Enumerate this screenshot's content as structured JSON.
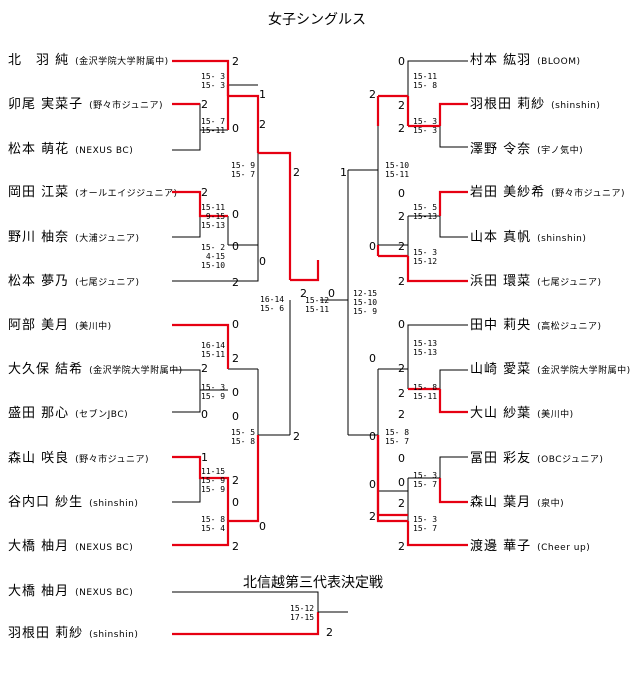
{
  "title": "女子シングルス",
  "subtitle": "北信越第三代表決定戦",
  "left_players": [
    {
      "name": "北　羽 純",
      "club": "(金沢学院大学附属中)"
    },
    {
      "name": "卯尾 実菜子",
      "club": "(野々市ジュニア)"
    },
    {
      "name": "松本 萌花",
      "club": "(NEXUS BC)"
    },
    {
      "name": "岡田 江菜",
      "club": "(オールエイジジュニア)"
    },
    {
      "name": "野川 柚奈",
      "club": "(大浦ジュニア)"
    },
    {
      "name": "松本 夢乃",
      "club": "(七尾ジュニア)"
    },
    {
      "name": "阿部 美月",
      "club": "(美川中)"
    },
    {
      "name": "大久保 結希",
      "club": "(金沢学院大学附属中)"
    },
    {
      "name": "盛田 那心",
      "club": "(セブンJBC)"
    },
    {
      "name": "森山 咲良",
      "club": "(野々市ジュニア)"
    },
    {
      "name": "谷内口 紗生",
      "club": "(shinshin)"
    },
    {
      "name": "大橋 柚月",
      "club": "(NEXUS BC)"
    }
  ],
  "right_players": [
    {
      "name": "村本 紘羽",
      "club": "(BLOOM)"
    },
    {
      "name": "羽根田 莉紗",
      "club": "(shinshin)"
    },
    {
      "name": "澤野 令奈",
      "club": "(宇ノ気中)"
    },
    {
      "name": "岩田 美紗希",
      "club": "(野々市ジュニア)"
    },
    {
      "name": "山本 真帆",
      "club": "(shinshin)"
    },
    {
      "name": "浜田 環菜",
      "club": "(七尾ジュニア)"
    },
    {
      "name": "田中 莉央",
      "club": "(高松ジュニア)"
    },
    {
      "name": "山崎 愛菜",
      "club": "(金沢学院大学附属中)"
    },
    {
      "name": "大山 紗葉",
      "club": "(美川中)"
    },
    {
      "name": "冨田 彩友",
      "club": "(OBCジュニア)"
    },
    {
      "name": "森山 葉月",
      "club": "(泉中)"
    },
    {
      "name": "渡邊 華子",
      "club": "(Cheer up)"
    }
  ],
  "playoff_players": [
    {
      "name": "大橋 柚月",
      "club": "(NEXUS BC)"
    },
    {
      "name": "羽根田 莉紗",
      "club": "(shinshin)"
    }
  ],
  "scores": [
    "2",
    "2",
    "0",
    "2",
    "0",
    "0",
    "2",
    "0",
    "2",
    "2",
    "0",
    "1",
    "2",
    "0",
    "0",
    "0",
    "2",
    "1",
    "2",
    "0",
    "0",
    "2",
    "2",
    "2",
    "0",
    "2",
    "2",
    "0",
    "2",
    "1",
    "0",
    "2",
    "0",
    "2",
    "0",
    "2",
    "0",
    "2",
    "0",
    "2",
    "2",
    "0",
    "0",
    "2",
    "2",
    "2",
    "0",
    "2"
  ],
  "games": [
    "15- 3\n15- 3",
    "15- 7\n15-11",
    "15- 9\n15- 7",
    "15-11\n 9-15\n15-13",
    "15- 2\n 4-15\n15-10",
    "16-14\n15-11",
    "15- 3\n15- 9",
    "16-14\n15- 6",
    "15- 5\n15- 8",
    "11-15\n15- 9\n15- 9",
    "15- 8\n15- 4",
    "15-11\n15- 8",
    "15- 3\n15- 3",
    "15-10\n15-11",
    "15- 5\n15-13",
    "15- 3\n15-12",
    "12-15\n15-10\n15- 9",
    "15-12\n15-11",
    "15-13\n15-13",
    "15- 8\n15-11",
    "15- 8\n15- 7",
    "15- 3\n15- 7",
    "15- 3\n15- 7",
    "15-12\n17-15"
  ],
  "colors": {
    "winner": "#e60012",
    "line": "#000000"
  }
}
